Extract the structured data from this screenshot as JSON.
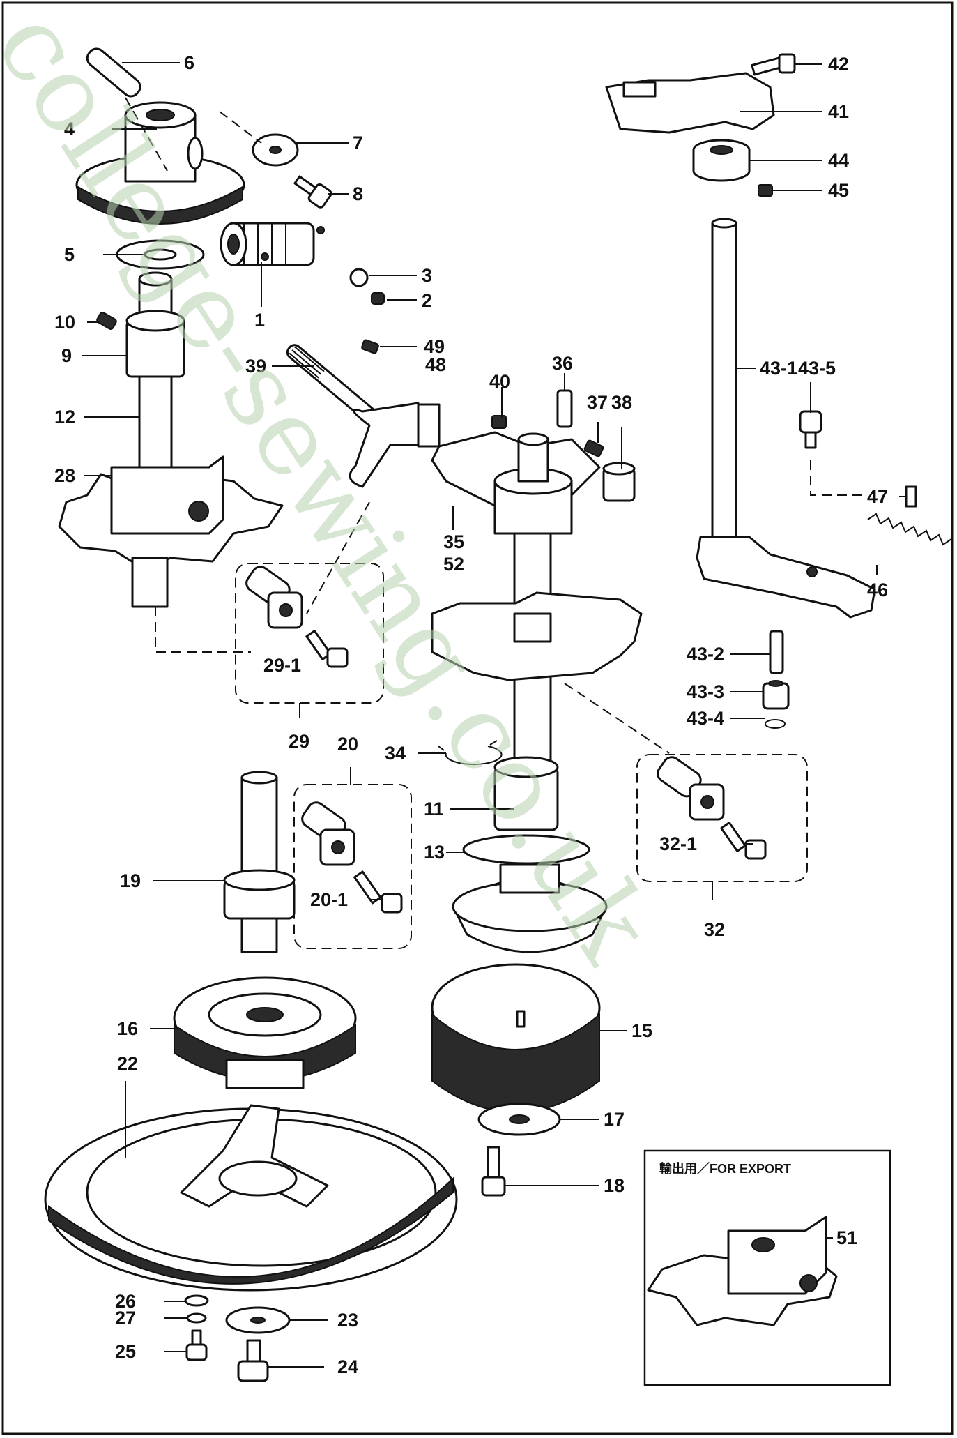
{
  "watermark": "college-sewing.co.uk",
  "export_box": {
    "label": "輸出用／FOR EXPORT"
  },
  "callouts": {
    "c1": "1",
    "c2": "2",
    "c3": "3",
    "c4": "4",
    "c5": "5",
    "c6": "6",
    "c7": "7",
    "c8": "8",
    "c9": "9",
    "c10": "10",
    "c11": "11",
    "c12": "12",
    "c13": "13",
    "c15": "15",
    "c16": "16",
    "c17": "17",
    "c18": "18",
    "c19": "19",
    "c20": "20",
    "c20_1": "20-1",
    "c22": "22",
    "c23": "23",
    "c24": "24",
    "c25": "25",
    "c26": "26",
    "c27": "27",
    "c28": "28",
    "c29": "29",
    "c29_1": "29-1",
    "c32": "32",
    "c32_1": "32-1",
    "c34": "34",
    "c35": "35",
    "c36": "36",
    "c37": "37",
    "c38": "38",
    "c39": "39",
    "c40": "40",
    "c41": "41",
    "c42": "42",
    "c43_1": "43-1",
    "c43_2": "43-2",
    "c43_3": "43-3",
    "c43_4": "43-4",
    "c43_5": "43-5",
    "c44": "44",
    "c45": "45",
    "c46": "46",
    "c47": "47",
    "c48": "48",
    "c49": "49",
    "c51": "51",
    "c52": "52"
  },
  "colors": {
    "line": "#111111",
    "watermark": "#b7d1ad",
    "background": "#ffffff"
  }
}
